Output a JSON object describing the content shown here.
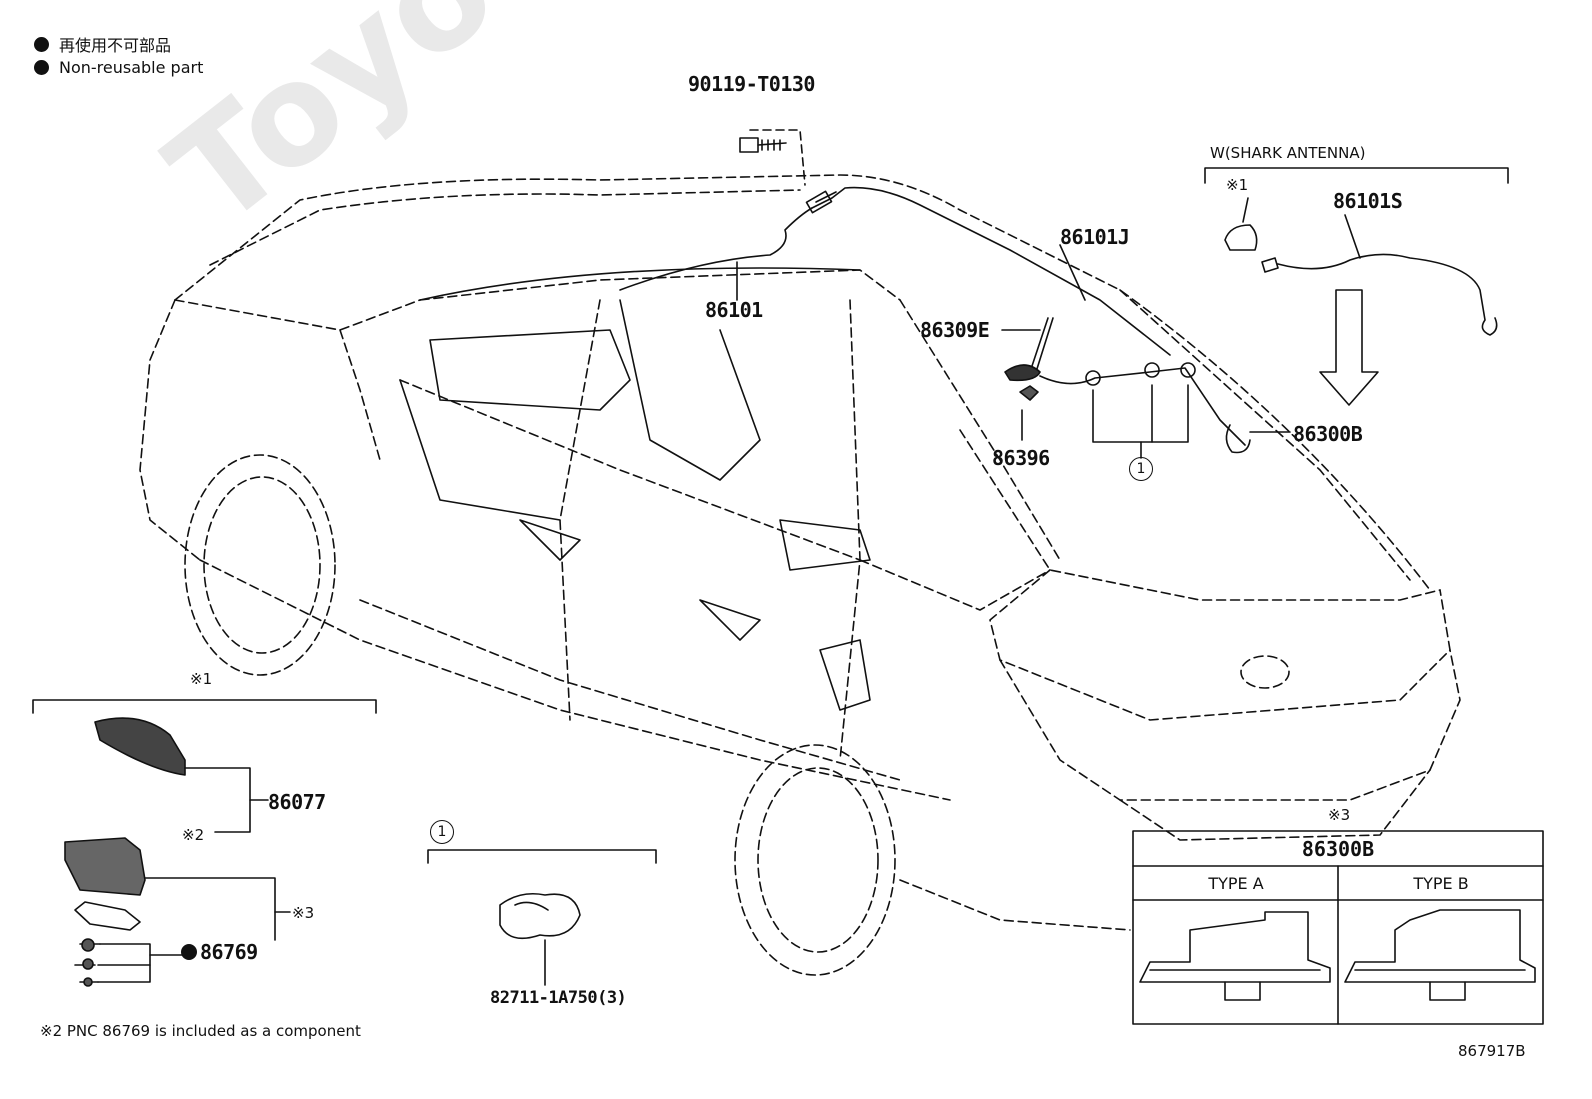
{
  "legend": {
    "japanese": "再使用不可部品",
    "english": "Non-reusable part"
  },
  "watermark": "ToyotaCarMine.ru",
  "parts": {
    "bolt": "90119-T0130",
    "cable_main": "86101",
    "cable_j": "86101J",
    "cable_s": "86101S",
    "rod": "86309E",
    "clip": "86396",
    "pole_base": "86300B",
    "cover": "86077",
    "gasket": "86769",
    "clamp": "82711-1A750(3)"
  },
  "group_w": {
    "title": "W(SHARK ANTENNA)",
    "note_mark": "※1"
  },
  "callout_circle": "1",
  "notes": {
    "mark1": "※1",
    "mark2": "※2",
    "mark3": "※3",
    "footnote": "※2 PNC 86769 is included as a component"
  },
  "inset": {
    "mark": "※3",
    "title": "86300B",
    "type_a": "TYPE A",
    "type_b": "TYPE B"
  },
  "drawing_number": "867917B",
  "colors": {
    "line": "#111111",
    "watermark": "#e9e9e9",
    "background": "#ffffff"
  }
}
